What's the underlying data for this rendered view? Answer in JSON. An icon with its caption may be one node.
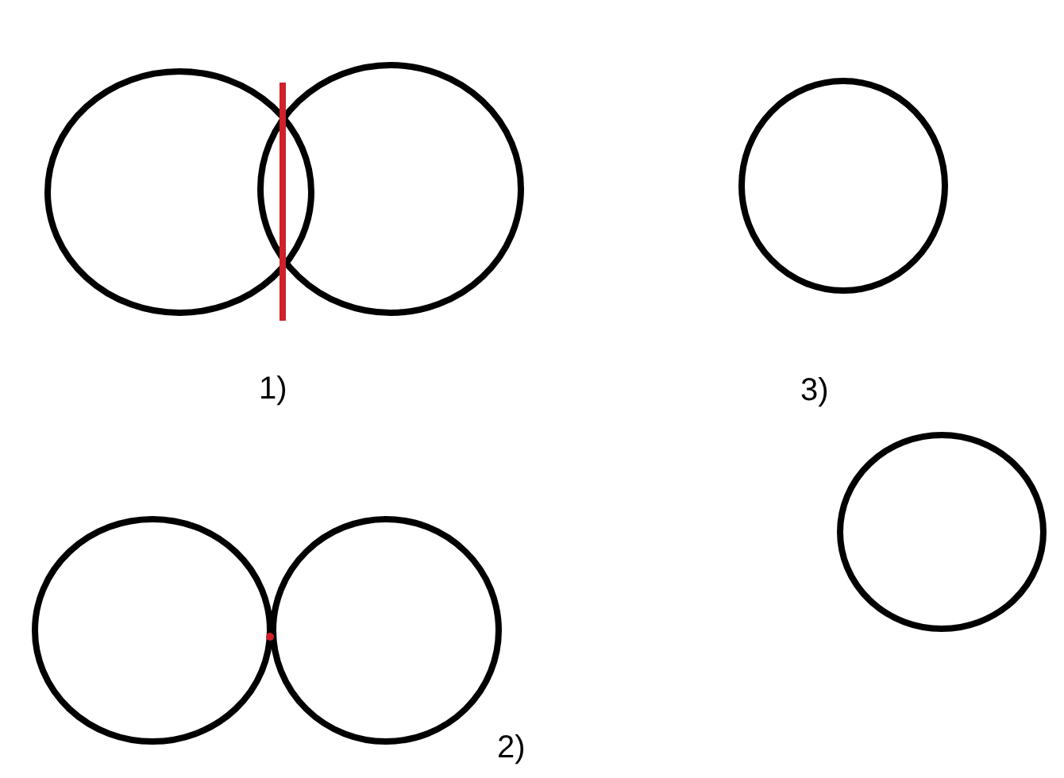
{
  "diagram": {
    "labels": [
      "1)",
      "3)",
      "2)"
    ]
  }
}
